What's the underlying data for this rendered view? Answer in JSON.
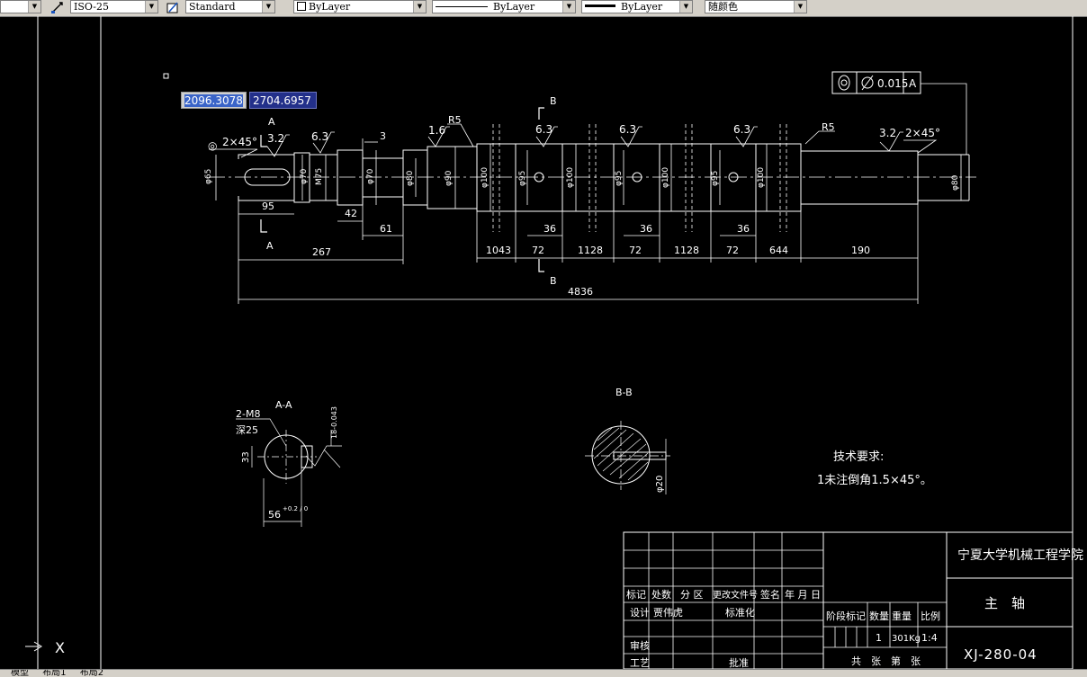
{
  "toolbar": {
    "dimstyle": "ISO-25",
    "textstyle": "Standard",
    "layer": "ByLayer",
    "linetype": "ByLayer",
    "lineweight": "ByLayer",
    "color": "随颜色",
    "icons": [
      "dimstyle-icon",
      "textstyle-icon"
    ]
  },
  "coordinate_input": {
    "x": "2096.3078",
    "y": "2704.6957"
  },
  "drawing": {
    "section_labels": {
      "a_top": "A",
      "a_bottom": "A",
      "b_top": "B",
      "b_bottom": "B",
      "view_aa": "A-A",
      "view_bb": "B-B"
    },
    "chamfer_left": "2×45°",
    "chamfer_right": "2×45°",
    "roughness": [
      "3.2",
      "6.3",
      "1.6",
      "6.3",
      "6.3",
      "6.3",
      "3.2"
    ],
    "radius_labels": [
      "R5",
      "R5"
    ],
    "dim_3": "3",
    "tolerance_frame": {
      "value": "0.015",
      "datum": "A"
    },
    "diameters": [
      "φ65",
      "φ70",
      "M75",
      "φ70",
      "φ80",
      "φ90",
      "φ100",
      "φ95",
      "φ100",
      "φ95",
      "φ100",
      "φ95",
      "φ100",
      "φ80"
    ],
    "horiz_dims_upper": [
      "95",
      "42",
      "61"
    ],
    "horiz_dims_mid": [
      "36",
      "36",
      "36"
    ],
    "horiz_dims_lower": [
      "267",
      "1043",
      "72",
      "1128",
      "72",
      "1128",
      "72",
      "644",
      "190"
    ],
    "total_length": "4836",
    "section_aa": {
      "hole": "2-M8",
      "depth": "深25",
      "dim_33": "33",
      "dim_56": "56",
      "tol_56": "+0.2 / 0",
      "tol_18": "18-0.043"
    },
    "section_bb": {
      "dia": "φ20"
    },
    "tech_req_title": "技术要求:",
    "tech_req_body": "1未注倒角1.5×45°。"
  },
  "title_block": {
    "school": "宁夏大学机械工程学院",
    "part_name": "主　轴",
    "drawing_no": "XJ-280-04",
    "header_cells": [
      "标记",
      "处数",
      "分 区",
      "更改文件号",
      "签名",
      "年 月 日"
    ],
    "row_labels": [
      "设计",
      "贾伟虎",
      "标准化"
    ],
    "review": "审核",
    "craft": "工艺",
    "approve": "批准",
    "stage_headers": [
      "阶段标记",
      "数量",
      "重量",
      "比例"
    ],
    "quantity": "1",
    "weight": "301Kg",
    "scale": "1:4",
    "sheets": "共　张　第　张"
  },
  "ucs": {
    "x_axis": "X"
  },
  "tabs": [
    "模型",
    "布局1",
    "布局2"
  ],
  "colors": {
    "background": "#000000",
    "lines": "#ffffff",
    "center": "#ffffff",
    "toolbar": "#d4d0c8"
  }
}
